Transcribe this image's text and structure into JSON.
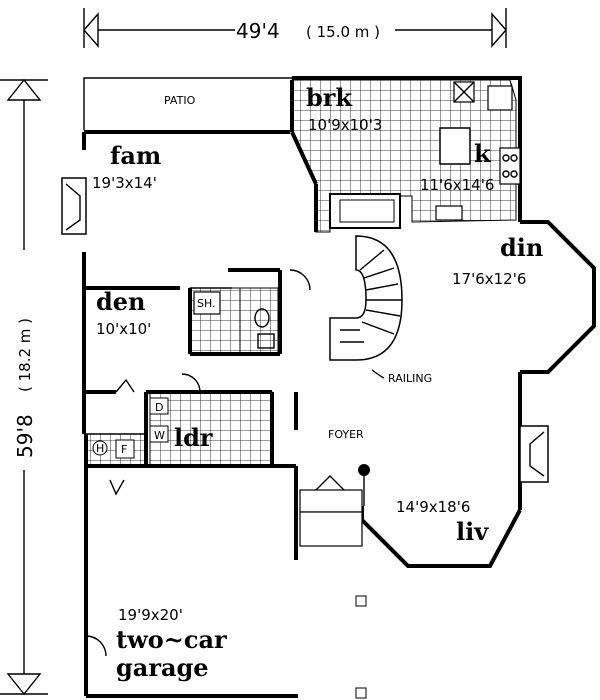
{
  "overall": {
    "width_main": "49'4",
    "width_metric": "( 15.0 m )",
    "depth_main": "59'8",
    "depth_metric": "( 18.2 m )"
  },
  "rooms": {
    "patio": "PATIO",
    "brk": "brk",
    "brk_dim": "10'9x10'3",
    "kitchen": "k",
    "kitchen_dim": "11'6x14'6",
    "fam": "fam",
    "fam_dim": "19'3x14'",
    "din": "din",
    "din_dim": "17'6x12'6",
    "den": "den",
    "den_dim": "10'x10'",
    "shower": "SH.",
    "ldr": "ldr",
    "dryer": "D",
    "washer": "W",
    "heater": "H",
    "furnace": "F",
    "foyer": "FOYER",
    "railing": "RAILING",
    "liv": "liv",
    "liv_dim": "14'9x18'6",
    "garage": "two-car garage",
    "garage_line1": "two~car",
    "garage_line2": "garage",
    "garage_dim": "19'9x20'"
  }
}
